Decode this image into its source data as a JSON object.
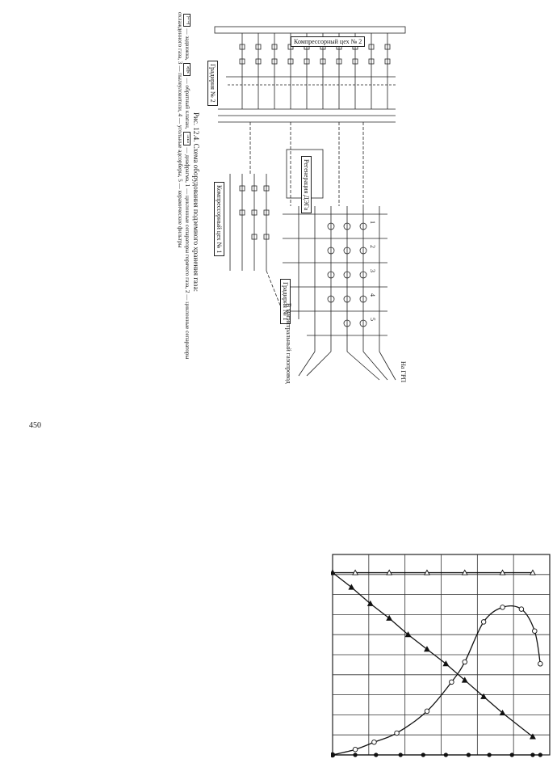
{
  "page_number": "450",
  "figure": {
    "caption_title": "Рис. 12.4. Схема оборудования подземного хранения газа:",
    "legend": [
      {
        "symbol": "⊢⊣",
        "text": "— задвижка,"
      },
      {
        "symbol": "⊲⊳",
        "text": "— обратный клапан,"
      },
      {
        "symbol": "⊸⊷",
        "text": "— диафрагма, 1 — циклонные сепараторы горячего газа, 2 — циклонные сепараторы охлажденного газа, 3 — пылеуловители, 4 — угольные адсорберы, 5 — керамические фильтры"
      }
    ],
    "labels": {
      "compressor_shop_2": "Компрессорный цех № 2",
      "compressor_shop_1": "Компрессорный цех № 1",
      "regeneration": "Регенерация ДЭГа",
      "gradirnya_1": "Градирня № 1",
      "gradirnya_2": "Градирня № 2",
      "to_grp": "На ГРП",
      "to_main": "В магистральный газопровод",
      "n1": "1",
      "n2": "2",
      "n3": "3",
      "n4": "4",
      "n5": "5"
    }
  },
  "chart_data": {
    "type": "line",
    "title": "",
    "xlabel": "",
    "ylabel": "",
    "xlim": [
      0,
      11.5
    ],
    "ylim": [
      0,
      11
    ],
    "grid": true,
    "series": [
      {
        "marker": "triangle-open",
        "x": [
          0,
          1.2,
          3,
          5,
          7,
          9,
          10.6
        ],
        "y": [
          10,
          10,
          10,
          10,
          10,
          10,
          10
        ],
        "smooth": false
      },
      {
        "marker": "triangle-filled",
        "x": [
          0,
          1,
          2,
          3,
          4,
          5,
          6,
          7,
          8,
          9,
          10.6
        ],
        "y": [
          10,
          9.2,
          8.3,
          7.5,
          6.6,
          5.8,
          5,
          4.1,
          3.2,
          2.3,
          1
        ],
        "smooth": false
      },
      {
        "marker": "circle-open",
        "x": [
          0,
          1.2,
          2.2,
          3.4,
          5,
          6.3,
          7,
          8,
          9,
          10,
          10.7,
          11
        ],
        "y": [
          0,
          0.3,
          0.7,
          1.2,
          2.4,
          4,
          5.1,
          7.3,
          8.1,
          8,
          6.8,
          5
        ],
        "smooth": true
      },
      {
        "marker": "circle-filled",
        "x": [
          0,
          1.2,
          2.3,
          3.6,
          4.8,
          6,
          7.2,
          8.3,
          9.5,
          10.6,
          11
        ],
        "y": [
          0,
          0,
          0,
          0,
          0,
          0,
          0,
          0,
          0,
          0,
          0
        ],
        "smooth": false
      }
    ]
  }
}
